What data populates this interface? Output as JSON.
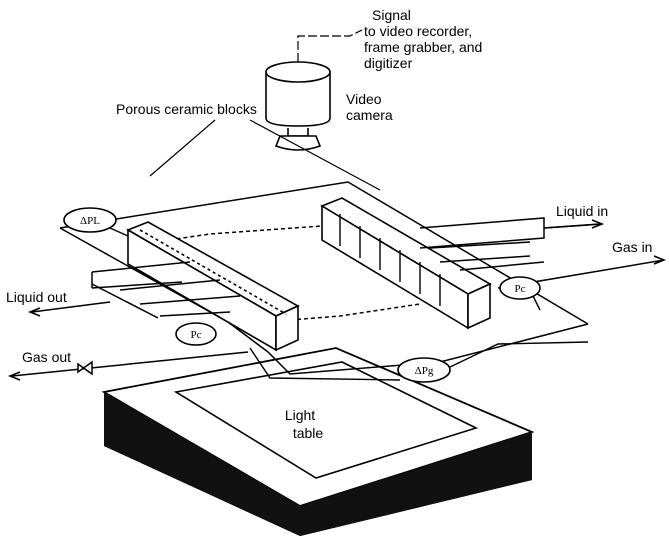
{
  "labels": {
    "signal_line1": "Signal",
    "signal_line2": "to video recorder,",
    "signal_line3": "frame grabber, and",
    "signal_line4": "digitizer",
    "camera_line1": "Video",
    "camera_line2": "camera",
    "porous_blocks": "Porous ceramic blocks",
    "liquid_in": "Liquid in",
    "gas_in": "Gas in",
    "liquid_out": "Liquid out",
    "gas_out": "Gas out",
    "light_table_line1": "Light",
    "light_table_line2": "table"
  },
  "gauges": {
    "delta_pl": "ΔPL",
    "delta_pg": "ΔPg",
    "p_right": "Pc",
    "p_left": "Pc"
  },
  "colors": {
    "ink": "#000000",
    "table_side": "#111111",
    "paper": "#ffffff"
  }
}
